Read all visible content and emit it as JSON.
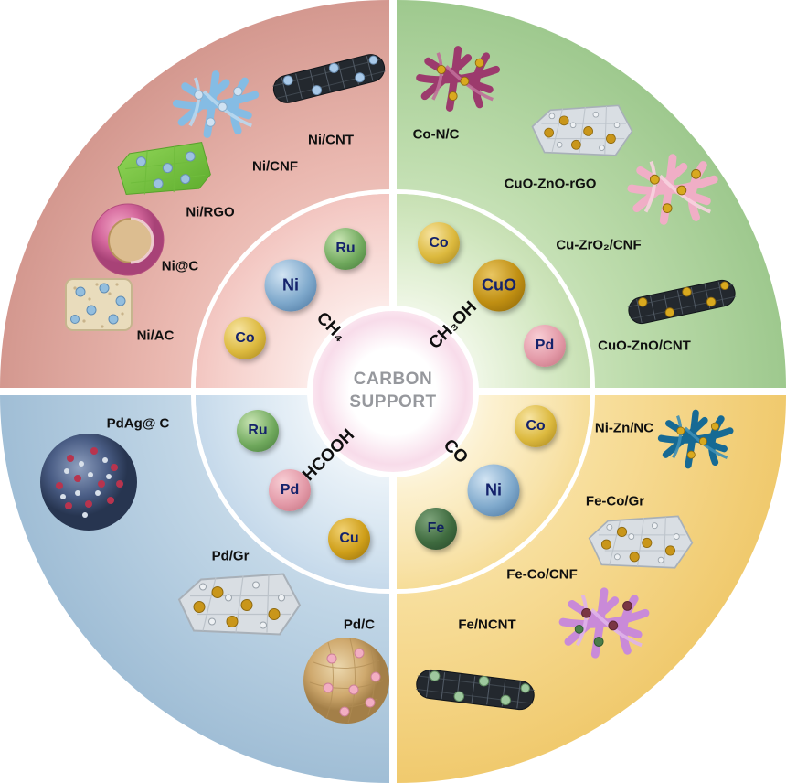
{
  "center": {
    "line1": "CARBON",
    "line2": "SUPPORT"
  },
  "ch4": {
    "product": "CH₄",
    "metals": {
      "ru": "Ru",
      "ni": "Ni",
      "co": "Co"
    },
    "materials": [
      "Ni/CNT",
      "Ni/CNF",
      "Ni/RGO",
      "Ni@C",
      "Ni/AC"
    ]
  },
  "ch3oh": {
    "product": "CH₃OH",
    "metals": {
      "co": "Co",
      "cuo": "CuO",
      "pd": "Pd"
    },
    "materials": [
      "Co-N/C",
      "CuO-ZnO-rGO",
      "Cu-ZrO₂/CNF",
      "CuO-ZnO/CNT"
    ]
  },
  "hcooh": {
    "product": "HCOOH",
    "metals": {
      "ru": "Ru",
      "pd": "Pd",
      "cu": "Cu"
    },
    "materials": [
      "PdAg@ C",
      "Pd/Gr",
      "Pd/C"
    ]
  },
  "co": {
    "product": "CO",
    "metals": {
      "co": "Co",
      "ni": "Ni",
      "fe": "Fe"
    },
    "materials": [
      "Ni-Zn/NC",
      "Fe-Co/Gr",
      "Fe-Co/CNF",
      "Fe/NCNT"
    ]
  },
  "colors": {
    "quadrant_ch4": "#d3978e",
    "quadrant_ch3oh": "#9dc88d",
    "quadrant_hcooh": "#9fbdd5",
    "quadrant_co": "#f0c96c",
    "metal_ru": "#6fa85c",
    "metal_ni": "#7fa9cc",
    "metal_co": "#dcb93e",
    "metal_cuo": "#c08f12",
    "metal_pd": "#e39aa8",
    "metal_cu": "#cf9f1a",
    "metal_fe": "#3f6b3f",
    "center_text": "#96989d"
  }
}
